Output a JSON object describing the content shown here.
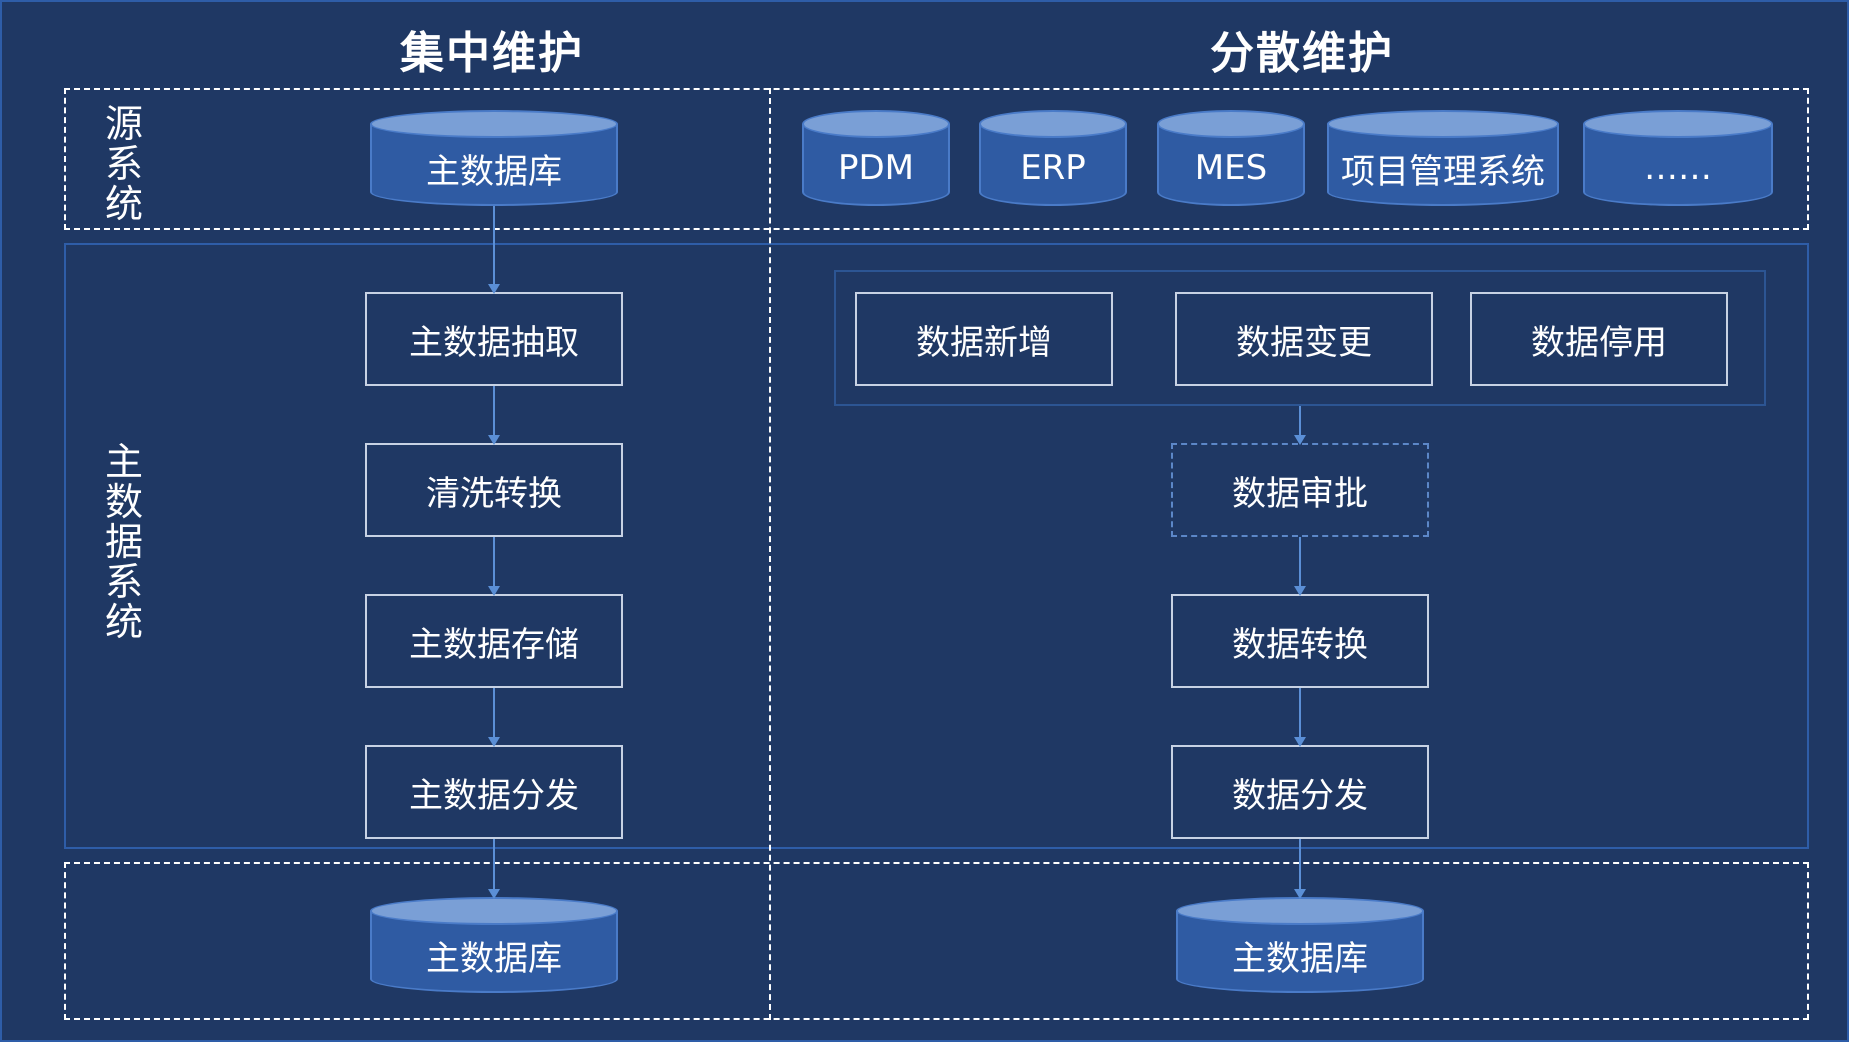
{
  "headings": {
    "centralized": "集中维护",
    "distributed": "分散维护"
  },
  "row_labels": {
    "source_system": [
      "源",
      "系",
      "统"
    ],
    "master_data_system": [
      "主",
      "数",
      "据",
      "系",
      "统"
    ]
  },
  "centralized": {
    "source_db": "主数据库",
    "steps": [
      "主数据抽取",
      "清洗转换",
      "主数据存储",
      "主数据分发"
    ],
    "target_db": "主数据库"
  },
  "distributed": {
    "sources": [
      "PDM",
      "ERP",
      "MES",
      "项目管理系统",
      "……"
    ],
    "operations": [
      "数据新增",
      "数据变更",
      "数据停用"
    ],
    "approval": "数据审批",
    "transform": "数据转换",
    "distribute": "数据分发",
    "target_db": "主数据库"
  },
  "colors": {
    "background": "#1f3864",
    "cylinder_body": "#2f5ba3",
    "cylinder_top": "#7a9fd6",
    "arrow": "#5b8fd6",
    "frame_blue": "#2e5da8"
  }
}
